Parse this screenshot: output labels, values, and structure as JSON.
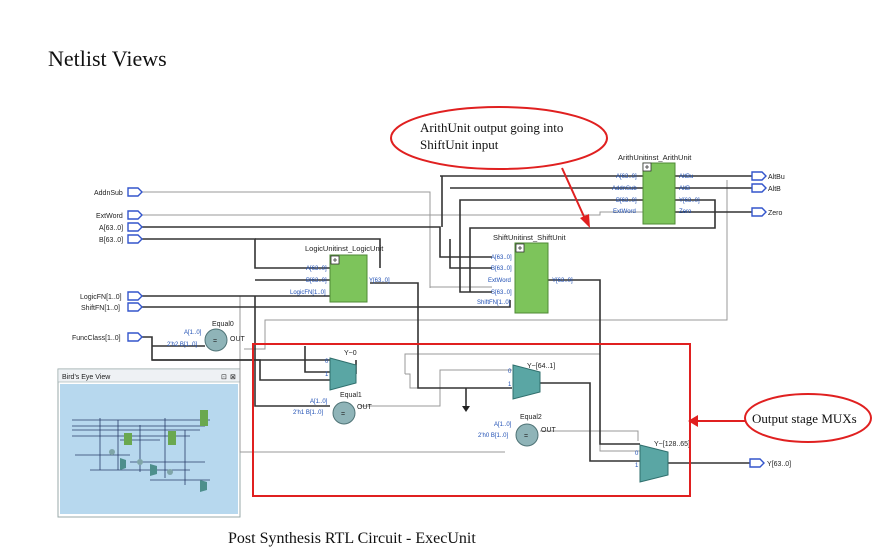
{
  "slide": {
    "title": "Netlist Views",
    "caption": "Post Synthesis RTL Circuit - ExecUnit"
  },
  "callouts": {
    "arith": {
      "line1": "ArithUnit output going into",
      "line2": "ShiftUnit input"
    },
    "mux": {
      "text": "Output stage MUXs"
    }
  },
  "inputs": {
    "addnsub": "AddnSub",
    "extword": "ExtWord",
    "a": "A[63..0]",
    "b": "B[63..0]",
    "logicfn": "LogicFN[1..0]",
    "shiftfn": "ShiftFN[1..0]",
    "funcclass": "FuncClass[1..0]"
  },
  "outputs": {
    "altbu": "AltBu",
    "altb": "AltB",
    "zero": "Zero",
    "y": "Y[63..0]"
  },
  "arith_unit": {
    "title": "ArithUnitinst_ArithUnit",
    "in_a": "A[63..0]",
    "in_addnsub": "AddnSub",
    "in_b": "B[63..0]",
    "in_extword": "ExtWord",
    "out_altbu": "AltBu",
    "out_altb": "AltB",
    "out_y": "Y[63..0]",
    "out_zero": "Zero"
  },
  "logic_unit": {
    "title": "LogicUnitinst_LogicUnit",
    "in_a": "A[63..0]",
    "in_b": "B[63..0]",
    "in_logicfn": "LogicFN[1..0]",
    "out_y": "Y[63..0]"
  },
  "shift_unit": {
    "title": "ShiftUnitinst_ShiftUnit",
    "in_a": "A[63..0]",
    "in_b": "B[63..0]",
    "in_extword": "ExtWord",
    "in_s": "S[63..0]",
    "in_shiftfn": "ShiftFN[1..0]",
    "out_y": "Y[63..0]"
  },
  "equal0": {
    "title": "Equal0",
    "a": "A[1..0]",
    "b": "2'h2 B[1..0]",
    "out": "OUT",
    "sym": "="
  },
  "equal1": {
    "title": "Equal1",
    "a": "A[1..0]",
    "b": "2'h1 B[1..0]",
    "out": "OUT",
    "sym": "="
  },
  "equal2": {
    "title": "Equal2",
    "a": "A[1..0]",
    "b": "2'h0 B[1..0]",
    "out": "OUT",
    "sym": "="
  },
  "mux0": {
    "title": "Y~0",
    "in0": "0",
    "in1": "1"
  },
  "mux1": {
    "title": "Y~[64..1]",
    "in0": "0",
    "in1": "1"
  },
  "mux2": {
    "title": "Y~[128..65]",
    "in0": "0",
    "in1": "1"
  },
  "birds_eye": {
    "title": "Bird's Eye View",
    "pin": "⊡",
    "close": "⊠"
  },
  "colors": {
    "highlight": "#e02020",
    "block": "#7dc45b",
    "mux": "#5aa6a4",
    "port": "#3355cc"
  }
}
